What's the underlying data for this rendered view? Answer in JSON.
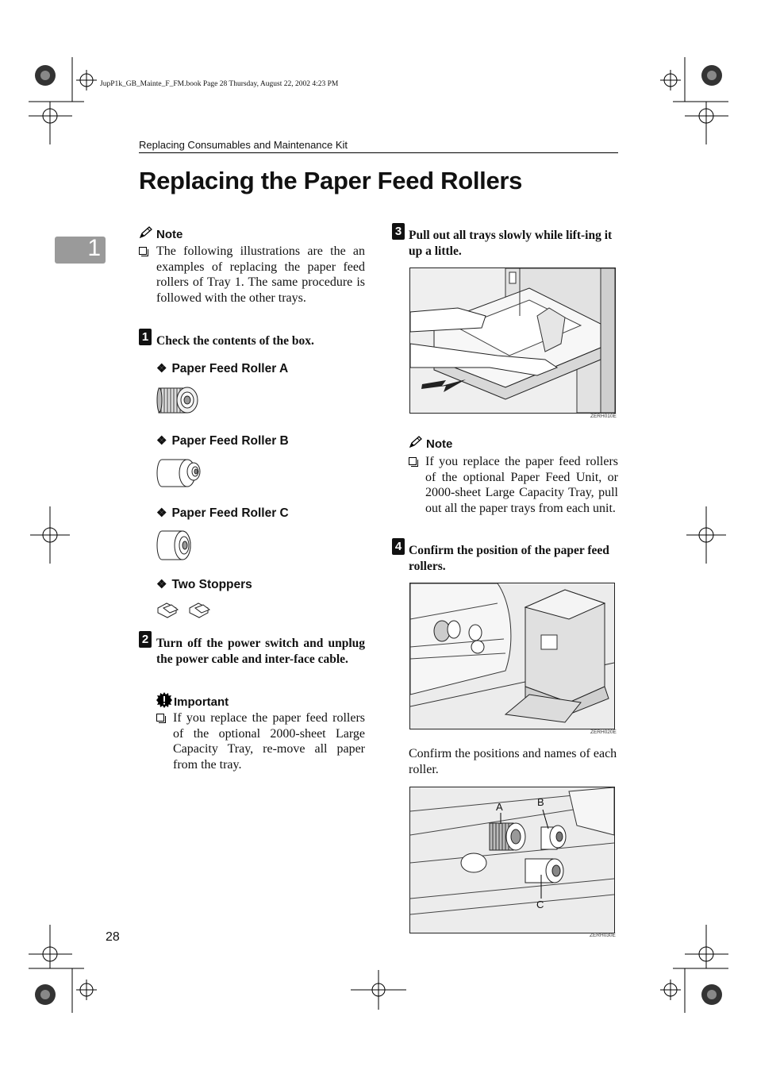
{
  "file_info": "JupP1k_GB_Mainte_F_FM.book  Page 28  Thursday, August 22, 2002  4:23 PM",
  "running_header": "Replacing Consumables and Maintenance Kit",
  "page_title": "Replacing the Paper Feed Rollers",
  "chapter_tab": "1",
  "note1": {
    "heading": "Note",
    "text": "The following illustrations are the an examples of replacing the paper feed rollers of Tray 1. The same procedure is followed with the other trays."
  },
  "step1": {
    "number": "1",
    "text": "Check the contents of the box.",
    "parts": [
      {
        "label": "Paper Feed Roller A",
        "icon": "gear-roller-icon"
      },
      {
        "label": "Paper Feed Roller B",
        "icon": "roller-b-icon"
      },
      {
        "label": "Paper Feed Roller C",
        "icon": "roller-c-icon"
      },
      {
        "label": "Two Stoppers",
        "icon": "stopper-icon"
      }
    ]
  },
  "step2": {
    "number": "2",
    "text": "Turn off the power switch and unplug the power cable and inter-face cable."
  },
  "important": {
    "heading": "Important",
    "text": "If you replace the paper feed rollers of the optional 2000-sheet Large Capacity Tray, re-move all paper from the tray."
  },
  "step3": {
    "number": "3",
    "text": "Pull out all trays slowly while lift-ing it up a little.",
    "figure_code": "ZERH010E"
  },
  "note2": {
    "heading": "Note",
    "text": "If you replace the paper feed rollers of the optional Paper Feed Unit, or 2000-sheet Large Capacity Tray, pull out all the paper trays from each unit."
  },
  "step4": {
    "number": "4",
    "text": "Confirm the position of the paper feed rollers.",
    "figure_code": "ZERH020E",
    "caption": "Confirm the positions and names of each roller.",
    "figure2_code": "ZERH030E",
    "figure2_labels": {
      "a": "A",
      "b": "B",
      "c": "C"
    }
  },
  "page_number": "28"
}
